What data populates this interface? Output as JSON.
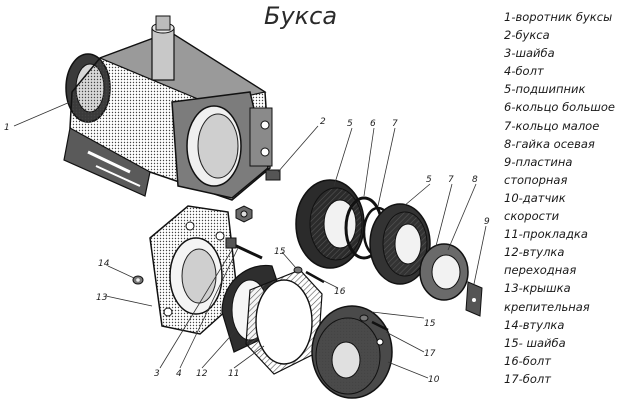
{
  "title": "Букса",
  "legend": [
    "1-воротник буксы",
    "2-букса",
    "3-шайба",
    "4-болт",
    "5-подшипник",
    "6-кольцо большое",
    "7-кольцо малое",
    "8-гайка осевая",
    "9-пластина",
    "стопорная",
    "10-датчик",
    "скорости",
    "11-прокладка",
    "12-втулка",
    "переходная",
    "13-крышка",
    "крепительная",
    "14-втулка",
    "15- шайба",
    "16-болт",
    "17-болт"
  ],
  "callouts": {
    "c1": "1",
    "c2": "2",
    "c5a": "5",
    "c6": "6",
    "c7a": "7",
    "c5b": "5",
    "c7b": "7",
    "c8": "8",
    "c9": "9",
    "c15a": "15",
    "c16": "16",
    "c14": "14",
    "c13": "13",
    "c3": "3",
    "c4": "4",
    "c12": "12",
    "c11": "11",
    "c15b": "15",
    "c17": "17",
    "c10": "10"
  }
}
